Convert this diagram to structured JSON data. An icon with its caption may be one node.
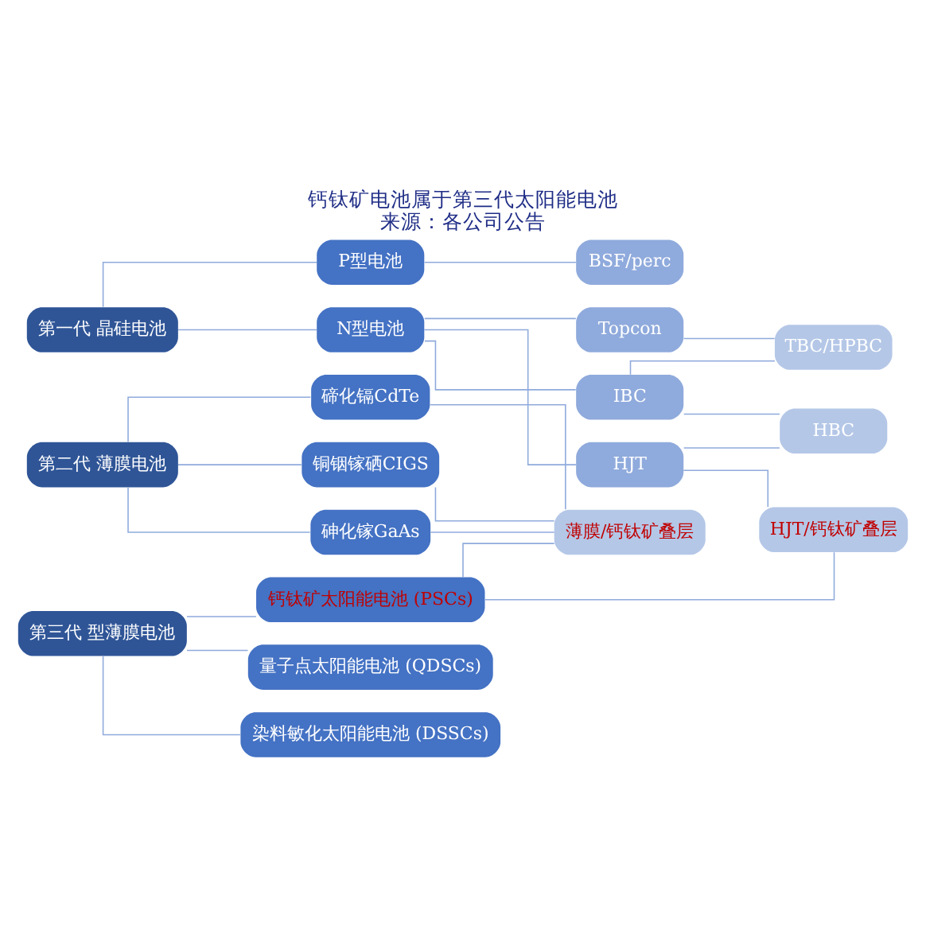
{
  "diagram": {
    "title": "钙钛矿电池属于第三代太阳能电池",
    "caption": "来源：各公司公告",
    "nodes": [
      {
        "text": [
          "第一代 晶硅电池"
        ]
      },
      {
        "text": [
          "P型电池"
        ]
      },
      {
        "text": [
          "N型电池"
        ]
      },
      {
        "text": [
          "BSF/perc"
        ]
      },
      {
        "text": [
          "Topcon"
        ]
      },
      {
        "text": [
          "IBC"
        ]
      },
      {
        "text": [
          "HJT"
        ]
      },
      {
        "text": [
          "TBC/HPBC"
        ]
      },
      {
        "text": [
          "HBC"
        ]
      },
      {
        "text": [
          "第二代 薄膜电池"
        ]
      },
      {
        "text": [
          "碲化镉CdTe"
        ]
      },
      {
        "text": [
          "铜铟镓硒CIGS"
        ]
      },
      {
        "text": [
          "砷化镓GaAs"
        ]
      },
      {
        "text": [
          "薄膜/钙钛矿叠层"
        ]
      },
      {
        "text": [
          "HJT/钙钛矿叠层"
        ]
      },
      {
        "text": [
          "第三代 型薄膜电池"
        ]
      },
      {
        "text": [
          "钙钛矿太阳能电池 (PSCs)"
        ]
      },
      {
        "text": [
          "量子点太阳能电池 (QDSCs)"
        ]
      },
      {
        "text": [
          "染料敏化太阳能电池 (DSSCs)"
        ]
      }
    ],
    "edges": [
      {
        "from": 0,
        "to": 1,
        "arrow": "none"
      },
      {
        "from": 0,
        "to": 2,
        "arrow": "none"
      },
      {
        "from": 1,
        "to": 3,
        "arrow": "none"
      },
      {
        "from": 2,
        "to": 4,
        "arrow": "none"
      },
      {
        "from": 2,
        "to": 5,
        "arrow": "none"
      },
      {
        "from": 2,
        "to": 6,
        "arrow": "none"
      },
      {
        "from": 4,
        "to": 7,
        "arrow": "none"
      },
      {
        "from": 5,
        "to": 7,
        "arrow": "none"
      },
      {
        "from": 5,
        "to": 8,
        "arrow": "none"
      },
      {
        "from": 6,
        "to": 8,
        "arrow": "none"
      },
      {
        "from": 9,
        "to": 10,
        "arrow": "none"
      },
      {
        "from": 9,
        "to": 11,
        "arrow": "none"
      },
      {
        "from": 9,
        "to": 12,
        "arrow": "none"
      },
      {
        "from": 10,
        "to": 13,
        "arrow": "none"
      },
      {
        "from": 11,
        "to": 13,
        "arrow": "none"
      },
      {
        "from": 12,
        "to": 13,
        "arrow": "none"
      },
      {
        "from": 16,
        "to": 13,
        "arrow": "none"
      },
      {
        "from": 6,
        "to": 14,
        "arrow": "none"
      },
      {
        "from": 16,
        "to": 14,
        "arrow": "none"
      },
      {
        "from": 15,
        "to": 16,
        "arrow": "none"
      },
      {
        "from": 15,
        "to": 17,
        "arrow": "none"
      },
      {
        "from": 15,
        "to": 18,
        "arrow": "none"
      }
    ]
  }
}
